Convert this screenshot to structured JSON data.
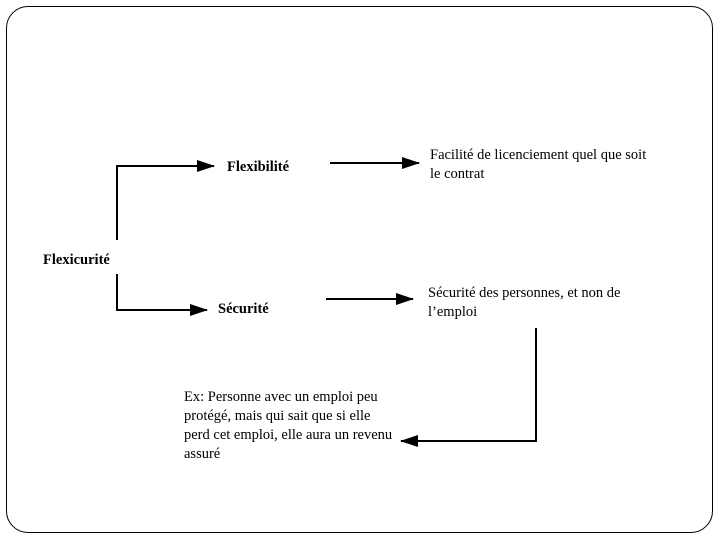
{
  "slide": {
    "background_color": "#ffffff",
    "border_color": "#000000",
    "line_color": "#000000"
  },
  "diagram": {
    "type": "flow-branch-diagram",
    "root": {
      "id": "flexicurite",
      "label": "Flexicurité",
      "style": "bold"
    },
    "branches": [
      {
        "id": "flexibilite",
        "label": "Flexibilité",
        "style": "bold",
        "detail": {
          "id": "facilite-licenciement",
          "text": "Facilité de licenciement quel que soit le contrat",
          "style": "regular"
        }
      },
      {
        "id": "securite",
        "label": "Sécurité",
        "style": "bold",
        "detail": {
          "id": "securite-personnes",
          "text": "Sécurité des personnes, et non de l’emploi",
          "style": "regular"
        }
      }
    ],
    "example": {
      "id": "exemple",
      "text": "Ex: Personne avec un emploi peu protégé, mais qui sait que si elle perd cet emploi, elle aura un revenu assuré",
      "style": "regular"
    },
    "connectors": [
      {
        "name": "root-to-flexibilite",
        "kind": "elbow-arrow",
        "direction": "right"
      },
      {
        "name": "root-to-securite",
        "kind": "elbow-arrow",
        "direction": "right"
      },
      {
        "name": "flexibilite-to-facilite",
        "kind": "straight-arrow",
        "direction": "right"
      },
      {
        "name": "securite-to-securite-personnes",
        "kind": "straight-arrow",
        "direction": "right"
      },
      {
        "name": "securite-personnes-to-exemple",
        "kind": "elbow-arrow",
        "direction": "left"
      }
    ]
  }
}
